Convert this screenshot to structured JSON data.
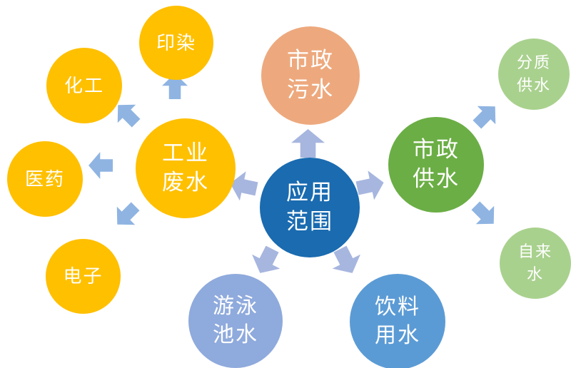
{
  "diagram_title": "应用范围",
  "colors": {
    "dark_blue": "#1A6BB0",
    "salmon": "#EDA97D",
    "gold": "#FFC000",
    "green": "#6BAE45",
    "light_green": "#A9D18E",
    "periwinkle": "#8FAADC",
    "blue": "#5B9BD5",
    "arrow_center": "#A7B6DF",
    "arrow_outer": "#8FB4E2"
  },
  "nodes": {
    "center": {
      "label": "应用\n范围",
      "color": "#1A6BB0",
      "text_color": "#FFFFFF"
    },
    "municipal_sewage": {
      "label": "市政\n污水",
      "color": "#EDA97D",
      "text_color": "#FFFFFF"
    },
    "industrial_wastewater": {
      "label": "工业\n废水",
      "color": "#FFC000",
      "text_color": "#FFFFFF"
    },
    "municipal_supply": {
      "label": "市政\n供水",
      "color": "#6BAE45",
      "text_color": "#FFFFFF"
    },
    "swimming_pool": {
      "label": "游泳\n池水",
      "color": "#8FAADC",
      "text_color": "#FFFFFF"
    },
    "beverage_water": {
      "label": "饮料\n用水",
      "color": "#5B9BD5",
      "text_color": "#FFFFFF"
    },
    "printing_dyeing": {
      "label": "印染",
      "color": "#FFC000",
      "text_color": "#FFFFFF"
    },
    "chemical": {
      "label": "化工",
      "color": "#FFC000",
      "text_color": "#FFFFFF"
    },
    "pharmaceutical": {
      "label": "医药",
      "color": "#FFC000",
      "text_color": "#FFFFFF"
    },
    "electronics": {
      "label": "电子",
      "color": "#FFC000",
      "text_color": "#FFFFFF"
    },
    "quality_water_supply": {
      "label": "分质\n供水",
      "color": "#A9D18E",
      "text_color": "#FFFFFF"
    },
    "tap_water": {
      "label": "自来\n水",
      "color": "#A9D18E",
      "text_color": "#FFFFFF"
    }
  },
  "arrows": [
    {
      "from": "center",
      "to": "municipal_sewage",
      "direction": "up",
      "color": "#A7B6DF"
    },
    {
      "from": "center",
      "to": "industrial_wastewater",
      "direction": "left-up",
      "color": "#A7B6DF"
    },
    {
      "from": "center",
      "to": "municipal_supply",
      "direction": "right-up",
      "color": "#A7B6DF"
    },
    {
      "from": "center",
      "to": "swimming_pool",
      "direction": "down-left",
      "color": "#A7B6DF"
    },
    {
      "from": "center",
      "to": "beverage_water",
      "direction": "down-right",
      "color": "#A7B6DF"
    },
    {
      "from": "industrial_wastewater",
      "to": "printing_dyeing",
      "direction": "up",
      "color": "#8FB4E2"
    },
    {
      "from": "industrial_wastewater",
      "to": "chemical",
      "direction": "up-left",
      "color": "#8FB4E2"
    },
    {
      "from": "industrial_wastewater",
      "to": "pharmaceutical",
      "direction": "left",
      "color": "#8FB4E2"
    },
    {
      "from": "industrial_wastewater",
      "to": "electronics",
      "direction": "down-left",
      "color": "#8FB4E2"
    },
    {
      "from": "municipal_supply",
      "to": "quality_water_supply",
      "direction": "up-right",
      "color": "#8FB4E2"
    },
    {
      "from": "municipal_supply",
      "to": "tap_water",
      "direction": "down-right",
      "color": "#8FB4E2"
    }
  ]
}
